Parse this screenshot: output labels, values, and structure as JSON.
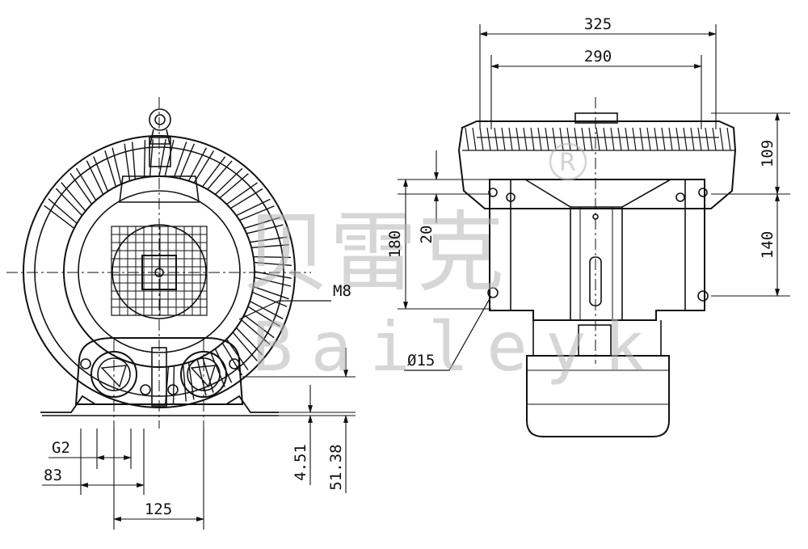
{
  "drawing": {
    "watermark_cn": "贝雷克",
    "watermark_en": "Baileyk",
    "watermark_mark": "®",
    "dimensions": {
      "overall_width": "325",
      "inner_width": "290",
      "upper_height": "109",
      "lower_height": "140",
      "flange_height": "180",
      "flange_offset": "20",
      "hole_diameter": "Ø15",
      "bolt_thread": "M8",
      "port_thread": "G2",
      "port_offset": "83",
      "port_spacing": "125",
      "foot_height": "4.51",
      "axis_height": "51.38"
    }
  }
}
